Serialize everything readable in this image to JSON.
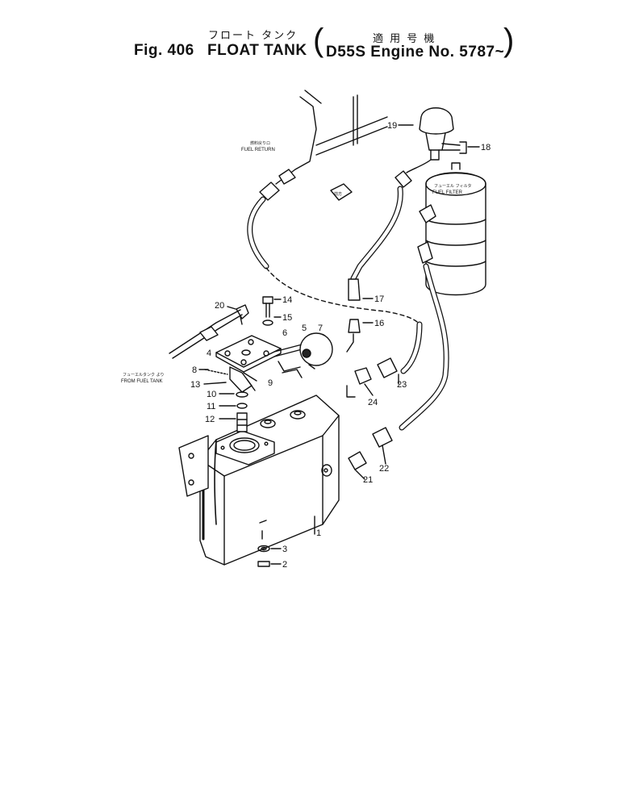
{
  "header": {
    "jp_title": "フロート タンク",
    "jp_applicable": "適 用 号 機",
    "fig_label": "Fig. 406",
    "title": "FLOAT TANK",
    "paren_open": "(",
    "paren_close": ")",
    "applicability": "D55S Engine No. 5787~"
  },
  "callouts": {
    "fuel_return_jp": "燃料戻りロ",
    "fuel_return": "FUEL RETURN",
    "fuel_filter_jp": "フューエル フィルタ",
    "fuel_filter": "FUEL FILTER",
    "from_fuel_tank_jp": "フューエルタンク より",
    "from_fuel_tank": "FROM FUEL TANK",
    "front_jp": "前方"
  },
  "parts": [
    "1",
    "2",
    "3",
    "4",
    "5",
    "6",
    "7",
    "8",
    "9",
    "10",
    "11",
    "12",
    "13",
    "14",
    "15",
    "16",
    "17",
    "18",
    "19",
    "20",
    "21",
    "22",
    "23",
    "24"
  ]
}
